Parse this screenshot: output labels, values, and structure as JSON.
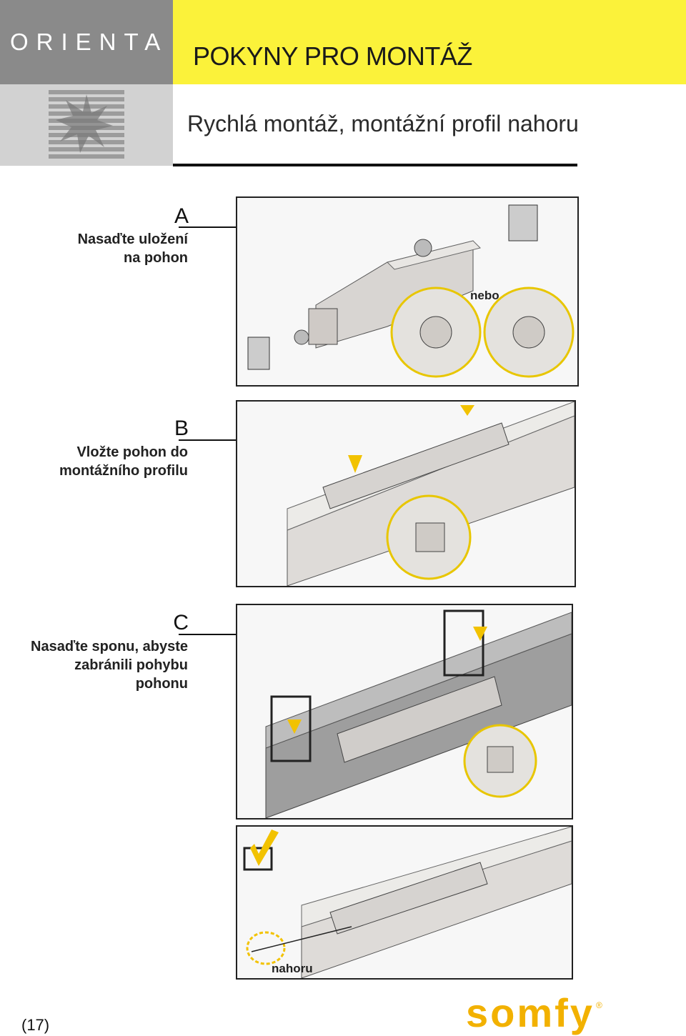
{
  "header": {
    "brand": "ORIENTA",
    "title": "POKYNY PRO MONTÁŽ",
    "subtitle": "Rychlá montáž, montážní profil nahoru"
  },
  "steps": [
    {
      "letter": "A",
      "text_lines": [
        "Nasaďte uložení",
        "na pohon"
      ],
      "callout": "nebo"
    },
    {
      "letter": "B",
      "text_lines": [
        "Vložte pohon do",
        "montážního profilu"
      ]
    },
    {
      "letter": "C",
      "text_lines": [
        "Nasaďte sponu, abyste",
        "zabránili pohybu",
        "pohonu"
      ]
    }
  ],
  "final_panel": {
    "callout": "nahoru"
  },
  "footer": {
    "page_number": "(17)",
    "logo": "somfy"
  },
  "colors": {
    "header_gray": "#8a8a8a",
    "header_yellow": "#fbf23a",
    "accent_yellow": "#f2b100"
  }
}
